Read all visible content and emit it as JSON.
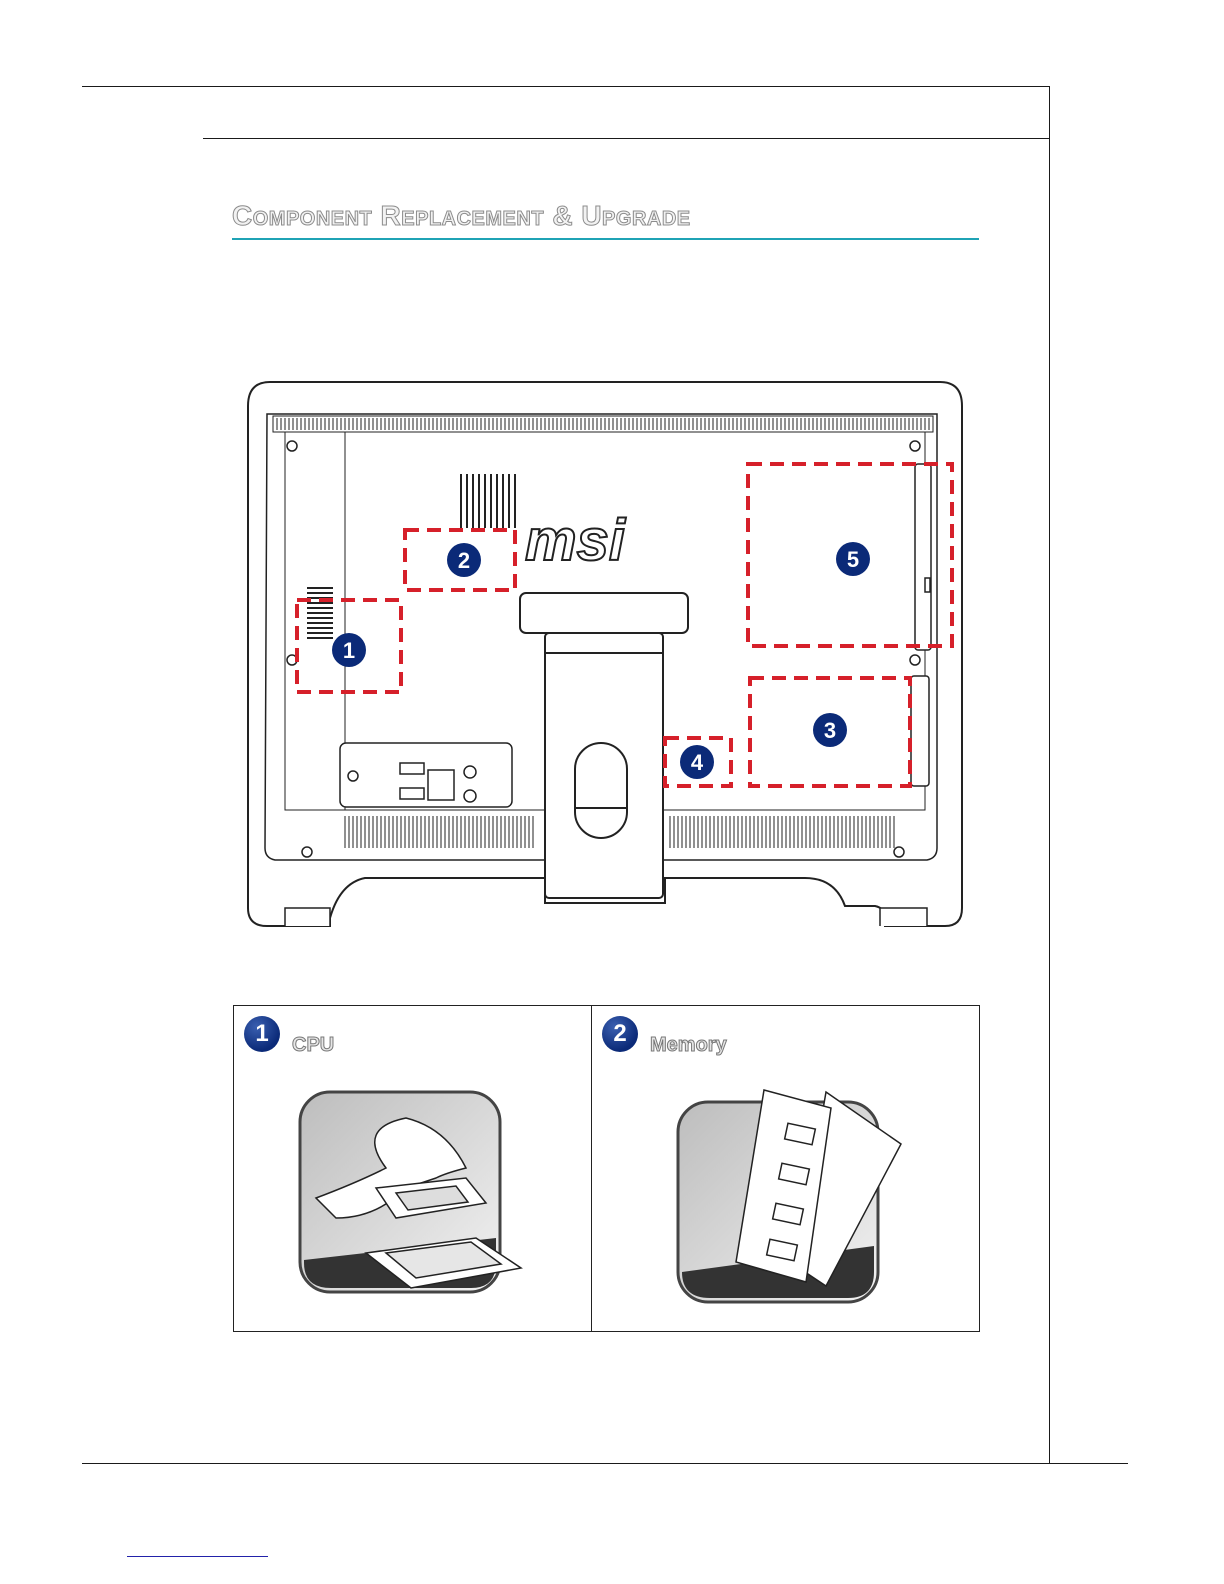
{
  "section": {
    "title": "Component Replacement & Upgrade"
  },
  "diagram": {
    "brand": "msi",
    "callouts": [
      "1",
      "2",
      "3",
      "4",
      "5"
    ]
  },
  "parts": [
    {
      "number": "1",
      "label": "CPU"
    },
    {
      "number": "2",
      "label": "Memory"
    }
  ],
  "colors": {
    "accent_rule": "#1fa3b5",
    "callout_box": "#d6202a",
    "badge": "#0b2a78"
  }
}
